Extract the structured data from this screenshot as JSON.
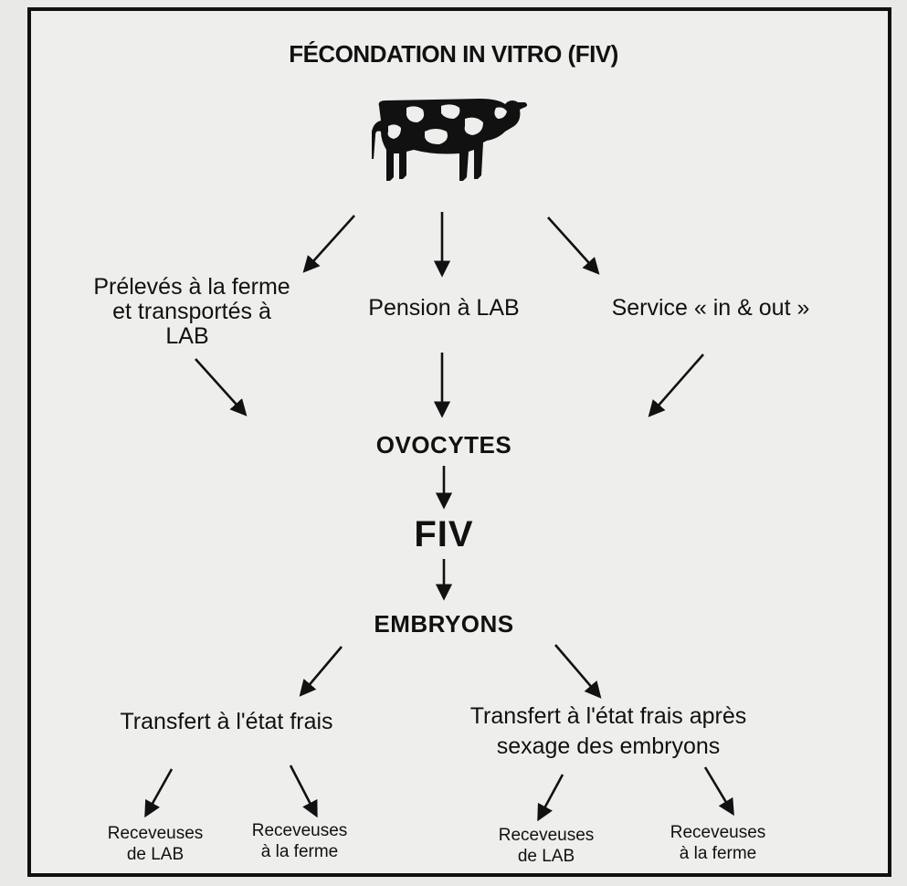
{
  "title": "FÉCONDATION IN VITRO (FIV)",
  "sources": {
    "farm": [
      "Prélevés à la ferme",
      "et transportés à",
      "LAB"
    ],
    "pension": "Pension à LAB",
    "service": "Service « in & out »"
  },
  "ovocytes": "OVOCYTES",
  "fiv": "FIV",
  "embryons": "EMBRYONS",
  "transfer_fresh": "Transfert à l'état frais",
  "transfer_sexed": [
    "Transfert à l'état frais après",
    "sexage des embryons"
  ],
  "recipients": {
    "lab": [
      "Receveuses",
      "de LAB"
    ],
    "farm": [
      "Receveuses",
      "à la ferme"
    ]
  },
  "icons": {
    "cow": "cow-icon"
  },
  "colors": {
    "background": "#eeeeec",
    "ink": "#111111"
  }
}
